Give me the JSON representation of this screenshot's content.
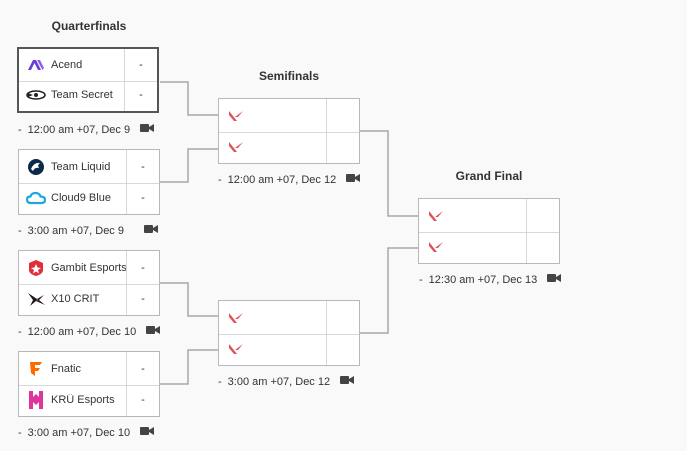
{
  "rounds": {
    "quarterfinals": "Quarterfinals",
    "semifinals": "Semifinals",
    "grand_final": "Grand Final"
  },
  "qf": [
    {
      "team1": "Acend",
      "score1": "-",
      "team2": "Team Secret",
      "score2": "-",
      "time": "12:00 am +07, Dec 9"
    },
    {
      "team1": "Team Liquid",
      "score1": "-",
      "team2": "Cloud9 Blue",
      "score2": "-",
      "time": "3:00 am +07, Dec 9"
    },
    {
      "team1": "Gambit Esports",
      "score1": "-",
      "team2": "X10 CRIT",
      "score2": "-",
      "time": "12:00 am +07, Dec 10"
    },
    {
      "team1": "Fnatic",
      "score1": "-",
      "team2": "KRÜ Esports",
      "score2": "-",
      "time": "3:00 am +07, Dec 10"
    }
  ],
  "sf": [
    {
      "time": "12:00 am +07, Dec 12"
    },
    {
      "time": "3:00 am +07, Dec 12"
    }
  ],
  "gf": {
    "time": "12:30 am +07, Dec 13"
  },
  "meta_dash": "-",
  "colors": {
    "valorant": "#e0505a",
    "acend": "#6a3fd6",
    "liquid": "#0b2a4a",
    "cloud9": "#1ea7e1",
    "gambit": "#e0303a",
    "fnatic": "#ff6a00",
    "kru": "#e0359a"
  }
}
